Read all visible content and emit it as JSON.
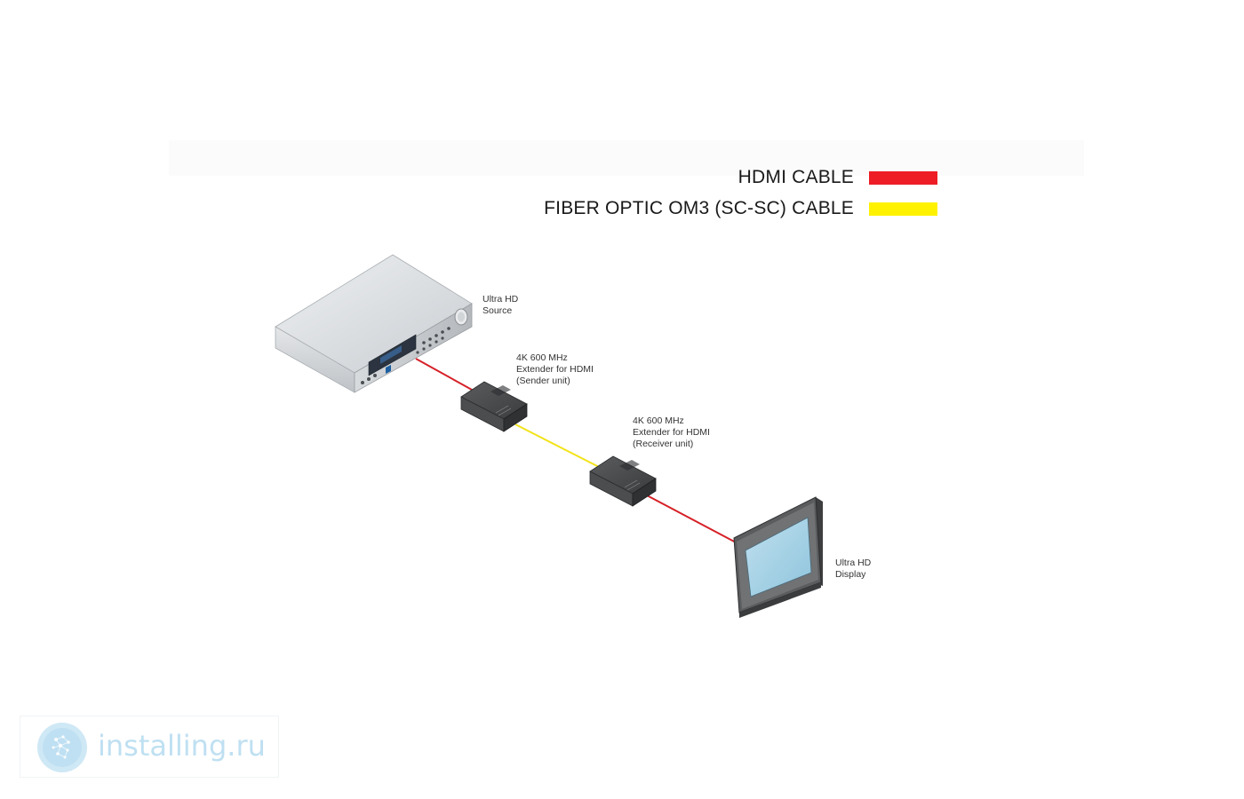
{
  "legend": [
    {
      "label": "HDMI CABLE",
      "color": "#ee1c24"
    },
    {
      "label": "FIBER OPTIC OM3 (SC-SC) CABLE",
      "color": "#fff200"
    }
  ],
  "devices": {
    "source": {
      "line1": "Ultra HD",
      "line2": "Source"
    },
    "sender": {
      "line1": "4K 600 MHz",
      "line2": "Extender for HDMI",
      "line3": "(Sender unit)"
    },
    "receiver": {
      "line1": "4K 600 MHz",
      "line2": "Extender for HDMI",
      "line3": "(Receiver unit)"
    },
    "display": {
      "line1": "Ultra HD",
      "line2": "Display"
    }
  },
  "cables": [
    {
      "from": "source",
      "to": "sender",
      "type": "HDMI CABLE",
      "color": "#ee1c24"
    },
    {
      "from": "sender",
      "to": "receiver",
      "type": "FIBER OPTIC OM3 (SC-SC) CABLE",
      "color": "#fff200"
    },
    {
      "from": "receiver",
      "to": "display",
      "type": "HDMI CABLE",
      "color": "#ee1c24"
    }
  ],
  "watermark": {
    "text": "installing.ru",
    "icon": "globe-logo-icon"
  }
}
